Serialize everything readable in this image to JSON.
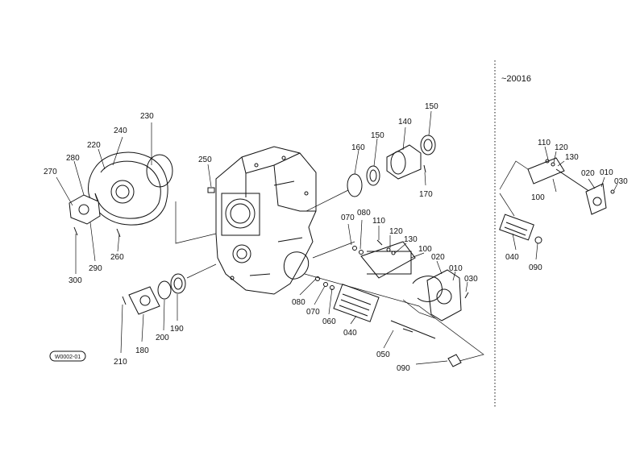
{
  "serial_note": "~20016",
  "diagram_id": "W0002-01",
  "callouts": {
    "c230": "230",
    "c240": "240",
    "c220": "220",
    "c280": "280",
    "c270": "270",
    "c290": "290",
    "c300": "300",
    "c260": "260",
    "c250": "250",
    "c160": "160",
    "c150a": "150",
    "c140": "140",
    "c150b": "150",
    "c170": "170",
    "c070a": "070",
    "c080a": "080",
    "c110a": "110",
    "c120a": "120",
    "c130a": "130",
    "c100a": "100",
    "c020a": "020",
    "c010a": "010",
    "c030a": "030",
    "c080b": "080",
    "c070b": "070",
    "c060": "060",
    "c040a": "040",
    "c050": "050",
    "c090a": "090",
    "c210": "210",
    "c180": "180",
    "c200": "200",
    "c190": "190",
    "c110b": "110",
    "c120b": "120",
    "c130b": "130",
    "c020b": "020",
    "c010b": "010",
    "c030b": "030",
    "c100b": "100",
    "c040b": "040",
    "c090b": "090"
  }
}
